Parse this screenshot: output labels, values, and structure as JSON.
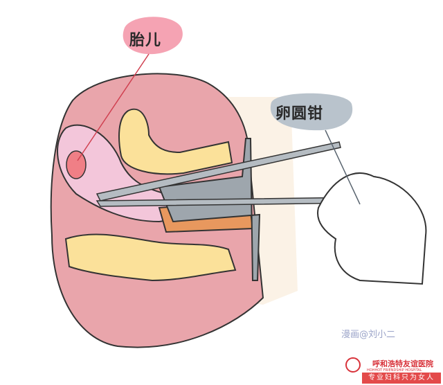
{
  "labels": {
    "fetus": "胎儿",
    "forceps": "卵圆钳"
  },
  "credit": "漫画@刘小二",
  "watermark": {
    "hospital_name": "呼和浩特友谊医院",
    "hospital_name_en": "HOHHOT FRIENDSHIP HOSPITAL",
    "slogan": "专业妇科只为女人"
  },
  "colors": {
    "body": "#e9a5ab",
    "uterus": "#f3c6da",
    "fetus": "#f07f86",
    "bone": "#fbe19a",
    "instrument": "#9ea6ad",
    "label_pink": "#f5a3b3",
    "label_grey": "#b9c3cc"
  }
}
